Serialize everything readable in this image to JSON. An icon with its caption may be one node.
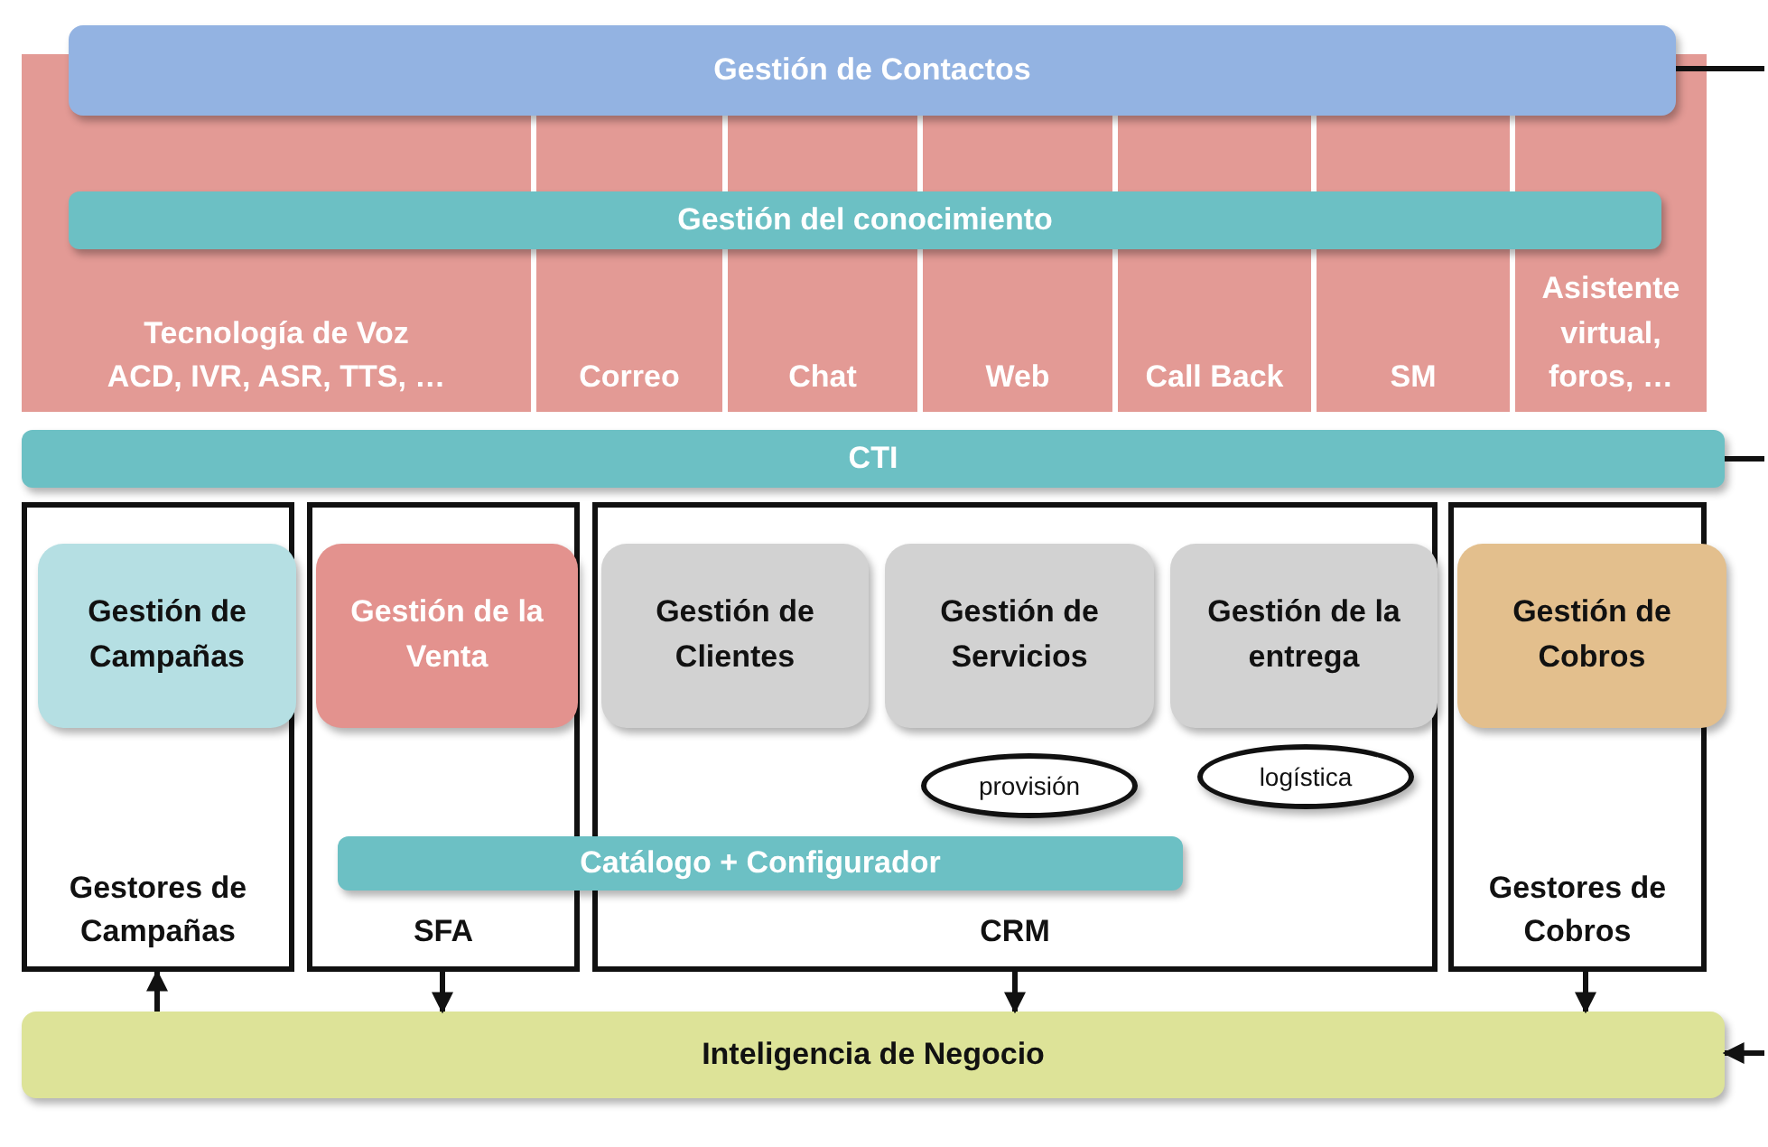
{
  "diagram": {
    "nodes": [
      {
        "text": [
          "Gestión de Contactos"
        ]
      },
      {
        "text": [
          "Gestión del conocimiento"
        ]
      },
      {
        "text": [
          "Tecnología de Voz",
          "ACD, IVR, ASR, TTS, …"
        ]
      },
      {
        "text": [
          "Correo"
        ]
      },
      {
        "text": [
          "Chat"
        ]
      },
      {
        "text": [
          "Web"
        ]
      },
      {
        "text": [
          "Call Back"
        ]
      },
      {
        "text": [
          "SM"
        ]
      },
      {
        "text": [
          "Asistente virtual, foros, …"
        ]
      },
      {
        "text": [
          "CTI"
        ]
      },
      {
        "text": [
          "Gestores de Campañas"
        ]
      },
      {
        "text": [
          "Gestión de Campañas"
        ],
        "in": 10
      },
      {
        "text": [
          "SFA"
        ]
      },
      {
        "text": [
          "Gestión de la Venta"
        ],
        "in": 12
      },
      {
        "text": [
          "CRM"
        ]
      },
      {
        "text": [
          "Gestión de Clientes"
        ],
        "in": 14
      },
      {
        "text": [
          "Gestión de Servicios"
        ],
        "in": 14
      },
      {
        "text": [
          "Gestión de la entrega"
        ],
        "in": 14
      },
      {
        "text": [
          "provisión"
        ],
        "in": 14
      },
      {
        "text": [
          "logística"
        ],
        "in": 14
      },
      {
        "text": [
          "Catálogo + Configurador"
        ]
      },
      {
        "text": [
          "Gestores de Cobros"
        ]
      },
      {
        "text": [
          "Gestión de Cobros"
        ],
        "in": 21
      },
      {
        "text": [
          "Inteligencia de Negocio"
        ]
      }
    ],
    "edges": [
      {
        "from": 0,
        "to": null,
        "arrow": "none"
      },
      {
        "from": 9,
        "to": null,
        "arrow": "none"
      },
      {
        "from": 23,
        "to": 10,
        "arrow": "to"
      },
      {
        "from": 12,
        "to": 23,
        "arrow": "to"
      },
      {
        "from": 14,
        "to": 23,
        "arrow": "to"
      },
      {
        "from": 21,
        "to": 23,
        "arrow": "to"
      },
      {
        "from": null,
        "to": 23,
        "arrow": "to"
      }
    ]
  }
}
